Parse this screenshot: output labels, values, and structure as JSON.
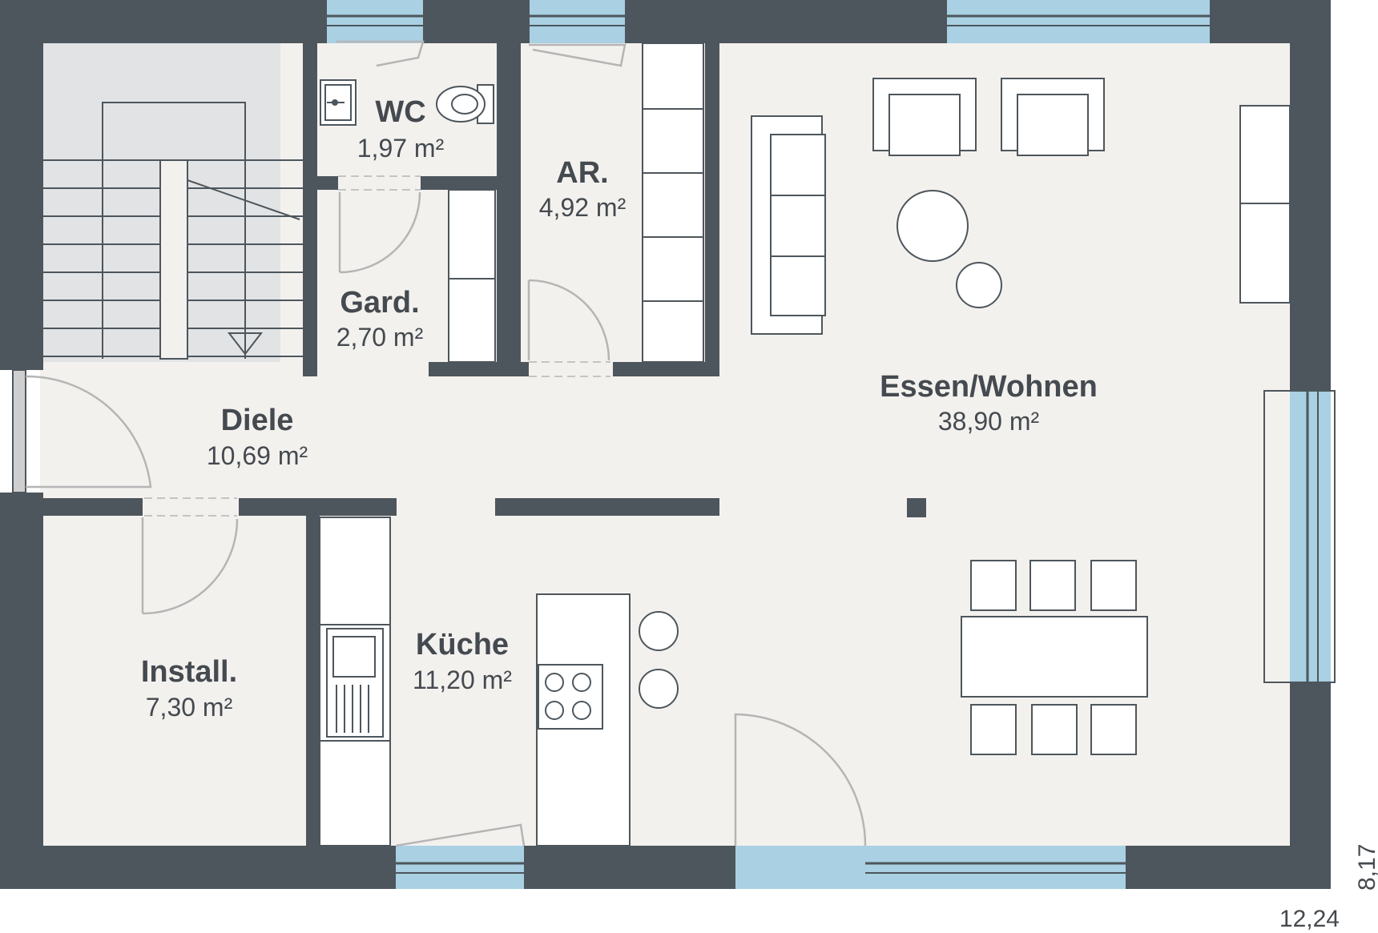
{
  "rooms": {
    "wc": {
      "name": "WC",
      "area": "1,97 m²"
    },
    "ar": {
      "name": "AR.",
      "area": "4,92 m²"
    },
    "gard": {
      "name": "Gard.",
      "area": "2,70 m²"
    },
    "diele": {
      "name": "Diele",
      "area": "10,69 m²"
    },
    "essen": {
      "name": "Essen/Wohnen",
      "area": "38,90 m²"
    },
    "kueche": {
      "name": "Küche",
      "area": "11,20 m²"
    },
    "install": {
      "name": "Install.",
      "area": "7,30 m²"
    }
  },
  "dimensions": {
    "width": "12,24",
    "depth": "8,17"
  },
  "colors": {
    "wall": "#4d565c",
    "floor": "#f3f1ee",
    "stair_area": "#e1e3e5",
    "window_glass": "#a9d0e3",
    "text": "#444a4f"
  }
}
